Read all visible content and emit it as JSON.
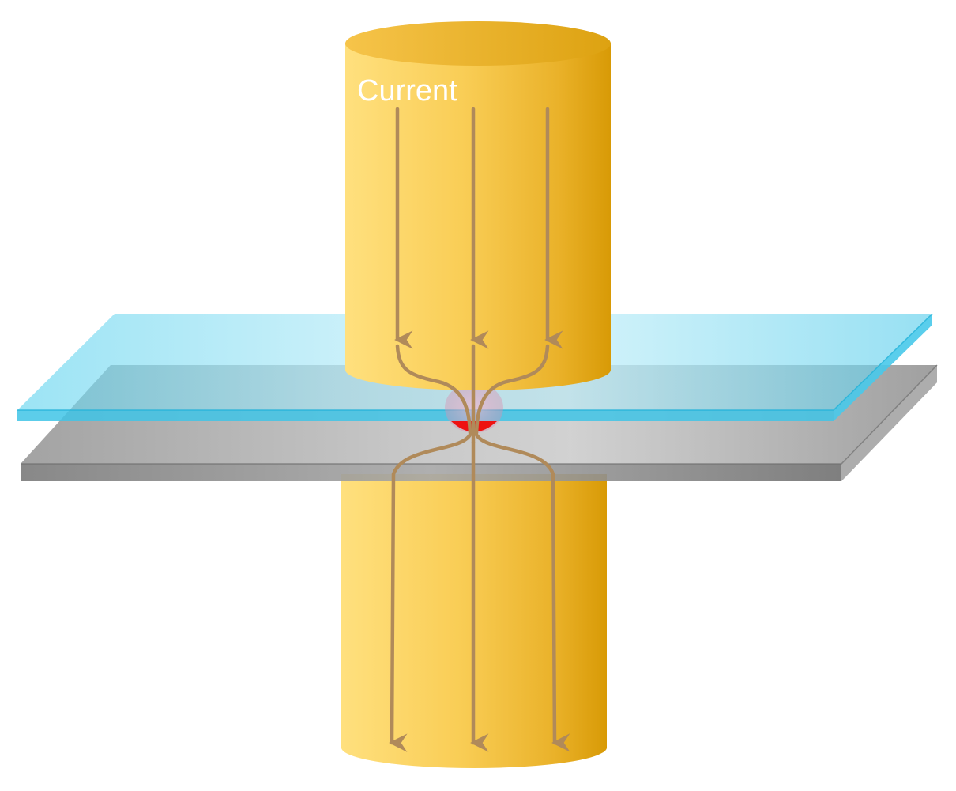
{
  "labels": {
    "current": "Current"
  },
  "parts": {
    "upper_electrode": "electrode",
    "lower_electrode": "electrode",
    "upper_sheet": "sheet",
    "lower_sheet": "sheet",
    "weld_nugget": "nugget"
  },
  "colors": {
    "electrode_light": "#ffe07e",
    "electrode_mid": "#f7c648",
    "electrode_dark": "#d89a06",
    "upper_sheet": "#5fd2ee",
    "lower_sheet": "#9e9e9e",
    "current_arrow": "#b08a5a",
    "nugget": "#ee1111"
  },
  "icons": {
    "current_arrow": "arrow-down-icon"
  }
}
